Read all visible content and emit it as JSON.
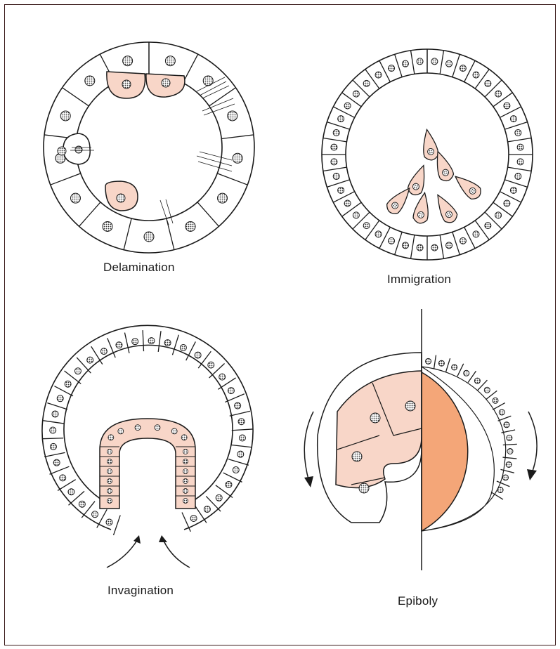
{
  "colors": {
    "outline": "#1a1a1a",
    "cell_fill": "#ffffff",
    "pink": "#f8d6c8",
    "yolk": "#f4a678",
    "frame": "#3a1a1a"
  },
  "panels": [
    {
      "id": "delamination",
      "caption": "Delamination"
    },
    {
      "id": "immigration",
      "caption": "Immigration"
    },
    {
      "id": "invagination",
      "caption": "Invagination"
    },
    {
      "id": "epiboly",
      "caption": "Epiboly"
    }
  ]
}
